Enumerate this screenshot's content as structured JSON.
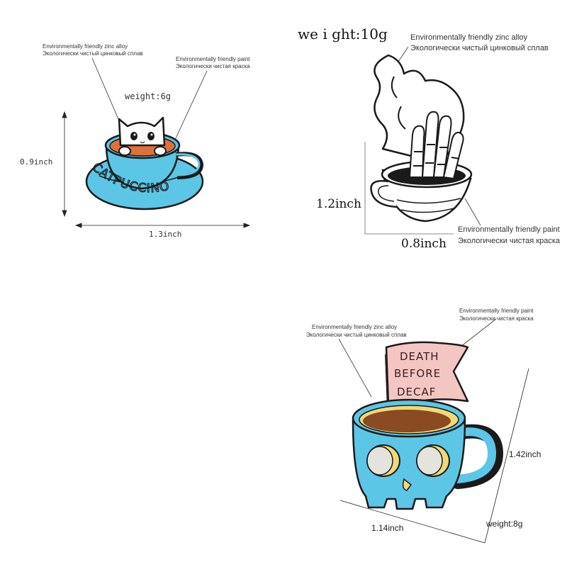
{
  "pin1": {
    "callout_alloy_en": "Environmentally friendly zinc alloy",
    "callout_alloy_ru": "Экологически чистый цинковый сплав",
    "callout_paint_en": "Environmentally friendly paint",
    "callout_paint_ru": "Экологически чистая краска",
    "weight": "weight:6g",
    "height": "0.9inch",
    "width": "1.3inch",
    "saucer_text": "CATPUCCINO"
  },
  "pin2": {
    "weight": "we i ght:10g",
    "callout_alloy_en": "Environmentally friendly zinc alloy",
    "callout_alloy_ru": "Экологически чистый цинковый сплав",
    "height": "1.2inch",
    "width": "0.8inch",
    "callout_paint_en": "Environmentally friendly paint",
    "callout_paint_ru": "Экологически чистая краска"
  },
  "pin3": {
    "callout_paint_en": "Environmentally friendly paint",
    "callout_paint_ru": "Экологически чистая краска",
    "callout_alloy_en": "Environmentally friendly zinc alloy",
    "callout_alloy_ru": "Экологически чистый цинковый сплав",
    "flag_line1": "DEATH",
    "flag_line2": "BEFORE",
    "flag_line3": "DECAF",
    "height": "1.42inch",
    "width": "1.14inch",
    "weight": "weight:8g"
  },
  "colors": {
    "cup_blue": "#5cc6e6",
    "coffee_brown": "#8a4a22",
    "crema_orange": "#e0703a",
    "flag_pink": "#f4c6c2",
    "skull_yellow": "#f2d878",
    "eye_grey": "#e4e4dc",
    "outline": "#1a1a1a"
  }
}
